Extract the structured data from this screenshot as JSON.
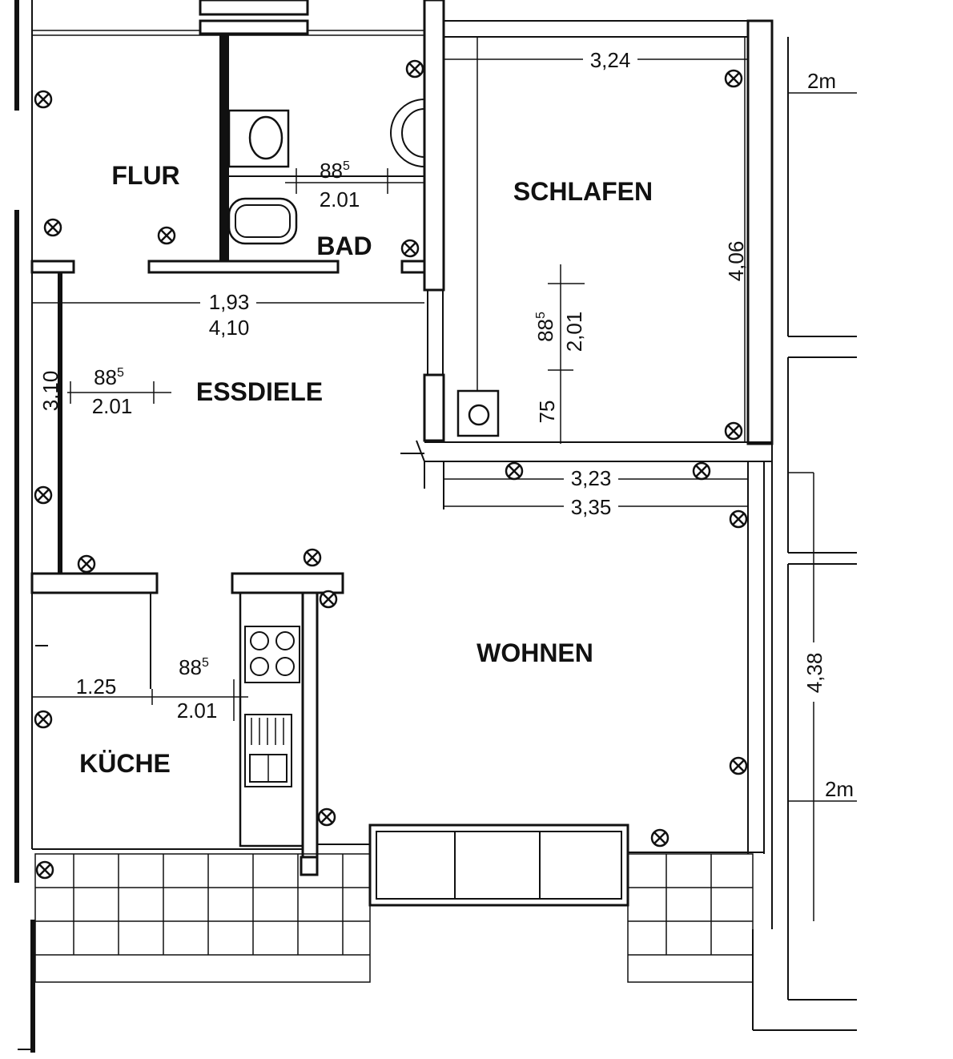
{
  "rooms": {
    "flur": "FLUR",
    "bad": "BAD",
    "schlafen": "SCHLAFEN",
    "essdiele": "ESSDIELE",
    "kueche": "KÜCHE",
    "wohnen": "WOHNEN"
  },
  "dimensions": {
    "schlafen_width": "3,24",
    "schlafen_depth": "4,06",
    "bad_door_width": "88",
    "bad_door_width_sup": "5",
    "bad_door_height": "2.01",
    "schlafen_door_width": "88",
    "schlafen_door_width_sup": "5",
    "schlafen_door_height": "2,01",
    "schlafen_sill": "75",
    "essdiele_width_a": "1,93",
    "essdiele_width_b": "4,10",
    "essdiele_depth": "3,10",
    "essdiele_door_width": "88",
    "essdiele_door_width_sup": "5",
    "essdiele_door_height": "2.01",
    "wohnen_width_a": "3,23",
    "wohnen_width_b": "3,35",
    "wohnen_depth": "4,38",
    "kueche_width": "1.25",
    "kueche_door_width": "88",
    "kueche_door_width_sup": "5",
    "kueche_door_height": "2.01",
    "outer_top": "2m",
    "outer_bottom": "2m"
  },
  "symbols": {
    "light_fixture": "ceiling-light-icon",
    "toilet": "toilet-icon",
    "washbasin": "washbasin-icon",
    "bathtub": "bathtub-icon",
    "stove": "stove-icon",
    "sink": "sink-icon"
  }
}
